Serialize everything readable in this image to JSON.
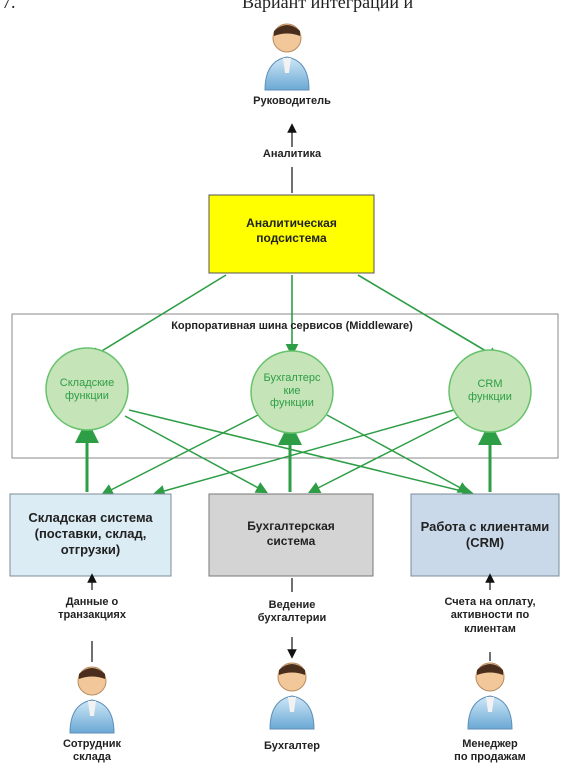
{
  "header": {
    "left_fragment": "7.",
    "right_fragment": "Вариант интеграции и"
  },
  "people": {
    "manager": "Руководитель",
    "warehouse_employee": "Сотрудник\nсклада",
    "accountant": "Бухгалтер",
    "sales_manager": "Менеджер\nпо продажам"
  },
  "flows": {
    "analytics": "Аналитика",
    "transactions": "Данные о\nтранзакциях",
    "bookkeeping": "Ведение\nбухгалтерии",
    "invoices": "Счета на оплату,\nактивности по\nклиентам"
  },
  "analytics_subsystem": {
    "label": "Аналитическая\nподсистема",
    "fill": "#ffff00"
  },
  "middleware": {
    "title": "Корпоративная шина сервисов (Middleware)"
  },
  "functions": [
    {
      "label": "Складские\nфункции"
    },
    {
      "label": "Бухгалтерс\nкие\nфункции"
    },
    {
      "label": "CRM\nфункции"
    }
  ],
  "systems": [
    {
      "label": "Складская система\n(поставки, склад,\nотгрузки)",
      "fill": "#dcecf5"
    },
    {
      "label": "Бухгалтерская\nсистема",
      "fill": "#d4d4d4"
    },
    {
      "label": "Работа с клиентами\n(CRM)",
      "fill": "#c9d9e9"
    }
  ],
  "colors": {
    "green": "#2e9e46",
    "circle_fill": "#c5e4b8",
    "circle_stroke": "#68c26d",
    "line_gray": "#111111",
    "box_stroke": "#666666"
  },
  "icons": {
    "person": "person-icon"
  }
}
